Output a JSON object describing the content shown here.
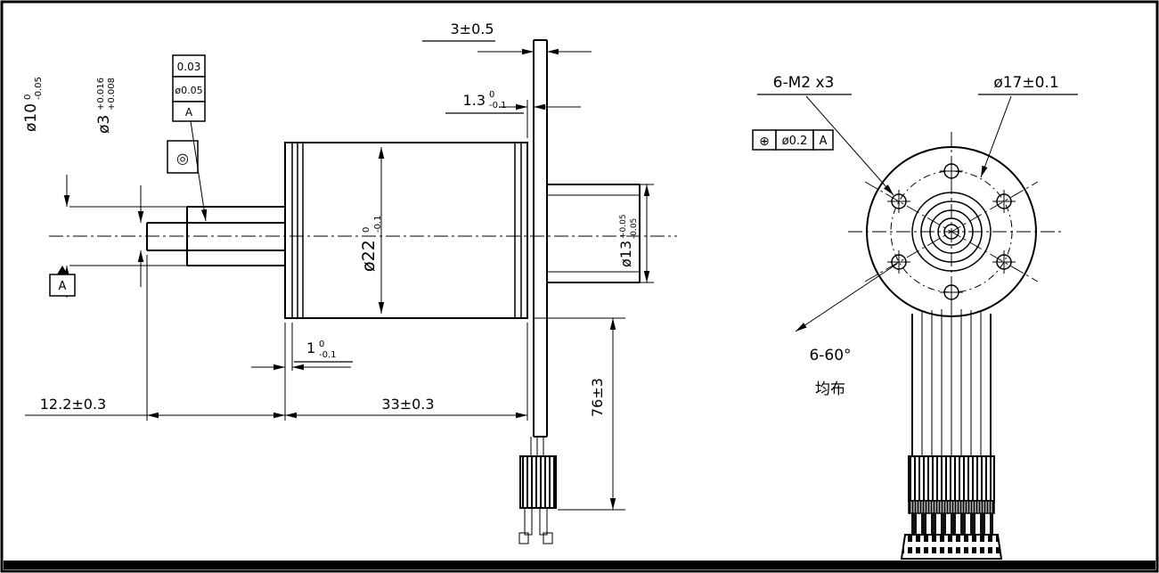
{
  "page": {
    "background": "#ffffff",
    "ink": "#000000"
  },
  "side_view": {
    "dim_plate_thickness": "3±0.5",
    "dim_plate_gap": {
      "value": "1.3",
      "upper": "0",
      "lower": "-0.1"
    },
    "dim_boss_diameter": {
      "value": "ø10",
      "upper": "0",
      "lower": "-0.05"
    },
    "dim_shaft_diameter": {
      "value": "ø3",
      "upper": "+0.016",
      "lower": "+0.008"
    },
    "dim_body_diameter": {
      "value": "ø22",
      "upper": "0",
      "lower": "-0.1"
    },
    "dim_encoder_boss": {
      "value": "ø13",
      "upper": "+0.05",
      "lower": "-0.05"
    },
    "dim_flange_thickness": {
      "value": "1",
      "upper": "0",
      "lower": "-0.1"
    },
    "dim_shaft_length": "12.2±0.3",
    "dim_body_length": "33±0.3",
    "dim_total_height": "76±3",
    "fcf": {
      "runout_tol": "0.03",
      "conc_tol": "ø0.05",
      "datum_ref": "A",
      "conc_symbol": "◎"
    },
    "datum_label": "A"
  },
  "end_view": {
    "thread_callout": "6-M2 x3",
    "fcf": {
      "position_symbol": "⊕",
      "tolerance": "ø0.2",
      "datum": "A"
    },
    "bolt_circle_callout": "ø17±0.1",
    "angle_callout": "6-60°",
    "spacing_note": "均布"
  }
}
